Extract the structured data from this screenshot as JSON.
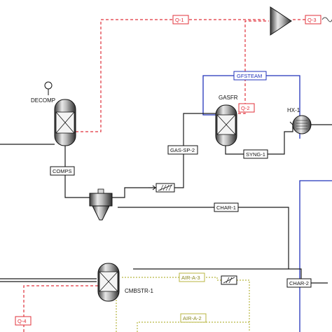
{
  "colors": {
    "material_stream": "#1a1a1a",
    "heat_stream": "#e0303a",
    "steam_stream": "#2233bb",
    "air_stream": "#b8b640",
    "equipment_dark": "#2a2a2a",
    "equipment_light": "#d9d9d9"
  },
  "blocks": {
    "decomp": "DECOMP",
    "gasfr": "GASFR",
    "hx1": "HX-1",
    "cmbstr1": "CMBSTR-1"
  },
  "streams": {
    "q1": "Q-1",
    "q2": "Q-2",
    "q3": "Q-3",
    "q4": "Q-4",
    "gfsteam": "GFSTEAM",
    "comps": "COMPS",
    "gas_sp_2": "GAS-SP-2",
    "syng_1": "SYNG-1",
    "char_1": "CHAR-1",
    "char_2": "CHAR-2",
    "air_a_3": "AIR-A-3",
    "air_a_2": "AIR-A-2"
  },
  "icons": {
    "turbine": "turbine-icon",
    "design_spec": "design-spec-icon",
    "cyclone": "cyclone-separator-icon",
    "heat_exchanger": "heat-exchanger-icon",
    "reactor": "reactor-vessel-icon"
  }
}
